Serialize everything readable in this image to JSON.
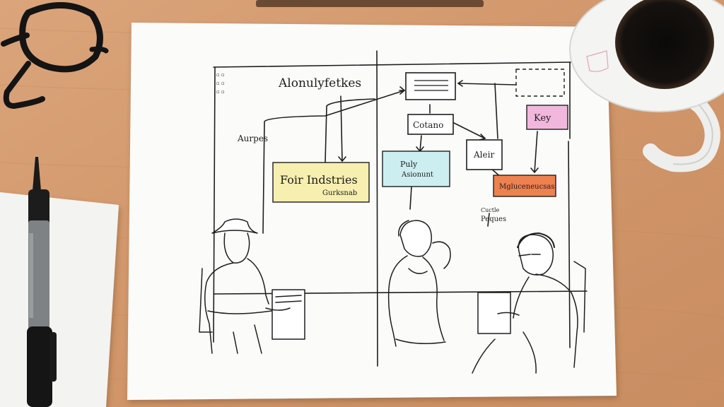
{
  "scene": {
    "description_hidden": false,
    "colors": {
      "desk": "#d39a6a",
      "paper": "#fbfbfa",
      "ink": "#1e1e1e",
      "yellow_note": "#f6efb0",
      "blue_note": "#cdeef0",
      "pink_note": "#f2b7dc",
      "orange_note": "#ee8150"
    },
    "icons": [
      "glasses-icon",
      "pen-icon",
      "coffee-mug-icon"
    ]
  },
  "sketch": {
    "heading": "Alonulyfetkes",
    "left_label": "Aurpes",
    "corner_marks": [
      "▫ ▫",
      "▫ ▫",
      "▫ ▫"
    ],
    "yellow_box": {
      "line1": "Foir Indstries",
      "line2": "Gurksnab"
    },
    "top_box_text": "",
    "middle_box": "Cotano",
    "blue_box": {
      "line1": "Puly",
      "line2": "Asionunt"
    },
    "alert_box": "Aleir",
    "key_box": "Key",
    "orange_box": "Mgluceneucsas",
    "side_note": {
      "line1": "Cuctle",
      "line2": "Peques"
    }
  }
}
